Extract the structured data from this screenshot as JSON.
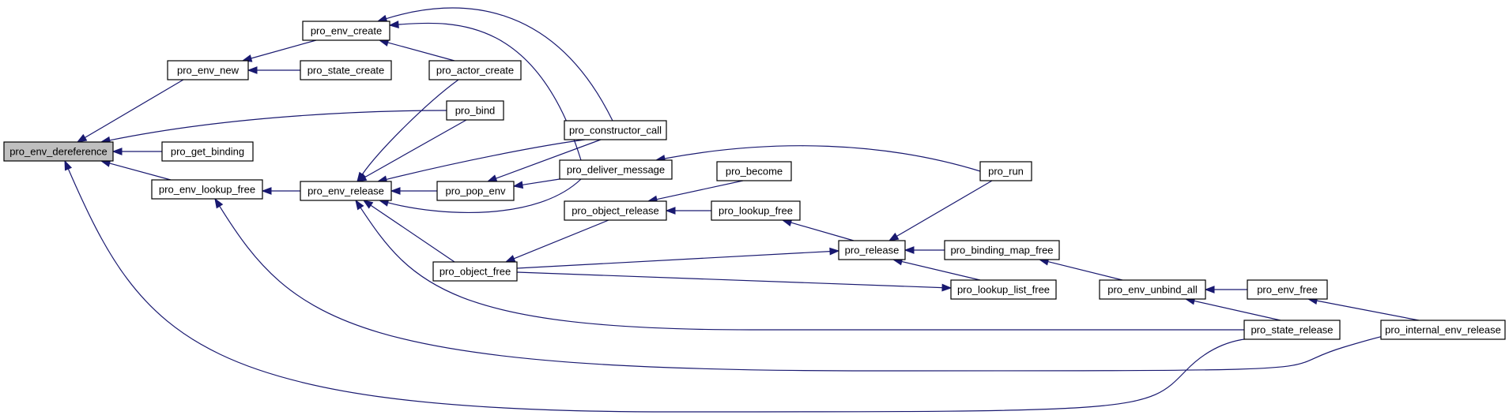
{
  "graph": {
    "nodes": [
      {
        "id": "pro_env_dereference",
        "label": "pro_env_dereference",
        "root": true
      },
      {
        "id": "pro_env_new",
        "label": "pro_env_new"
      },
      {
        "id": "pro_get_binding",
        "label": "pro_get_binding"
      },
      {
        "id": "pro_env_lookup_free",
        "label": "pro_env_lookup_free"
      },
      {
        "id": "pro_env_create",
        "label": "pro_env_create"
      },
      {
        "id": "pro_state_create",
        "label": "pro_state_create"
      },
      {
        "id": "pro_env_release",
        "label": "pro_env_release"
      },
      {
        "id": "pro_actor_create",
        "label": "pro_actor_create"
      },
      {
        "id": "pro_bind",
        "label": "pro_bind"
      },
      {
        "id": "pro_pop_env",
        "label": "pro_pop_env"
      },
      {
        "id": "pro_object_free",
        "label": "pro_object_free"
      },
      {
        "id": "pro_constructor_call",
        "label": "pro_constructor_call"
      },
      {
        "id": "pro_deliver_message",
        "label": "pro_deliver_message"
      },
      {
        "id": "pro_object_release",
        "label": "pro_object_release"
      },
      {
        "id": "pro_become",
        "label": "pro_become"
      },
      {
        "id": "pro_lookup_free",
        "label": "pro_lookup_free"
      },
      {
        "id": "pro_release",
        "label": "pro_release"
      },
      {
        "id": "pro_run",
        "label": "pro_run"
      },
      {
        "id": "pro_binding_map_free",
        "label": "pro_binding_map_free"
      },
      {
        "id": "pro_lookup_list_free",
        "label": "pro_lookup_list_free"
      },
      {
        "id": "pro_env_unbind_all",
        "label": "pro_env_unbind_all"
      },
      {
        "id": "pro_env_free",
        "label": "pro_env_free"
      },
      {
        "id": "pro_state_release",
        "label": "pro_state_release"
      },
      {
        "id": "pro_internal_env_release",
        "label": "pro_internal_env_release"
      }
    ],
    "edges": [
      {
        "from": "pro_env_new",
        "to": "pro_env_dereference"
      },
      {
        "from": "pro_get_binding",
        "to": "pro_env_dereference"
      },
      {
        "from": "pro_env_lookup_free",
        "to": "pro_env_dereference"
      },
      {
        "from": "pro_bind",
        "to": "pro_env_dereference"
      },
      {
        "from": "pro_state_release",
        "to": "pro_env_dereference"
      },
      {
        "from": "pro_env_create",
        "to": "pro_env_new"
      },
      {
        "from": "pro_state_create",
        "to": "pro_env_new"
      },
      {
        "from": "pro_env_release",
        "to": "pro_env_lookup_free"
      },
      {
        "from": "pro_internal_env_release",
        "to": "pro_env_lookup_free"
      },
      {
        "from": "pro_actor_create",
        "to": "pro_env_create"
      },
      {
        "from": "pro_constructor_call",
        "to": "pro_env_create"
      },
      {
        "from": "pro_deliver_message",
        "to": "pro_env_create"
      },
      {
        "from": "pro_actor_create",
        "to": "pro_env_release"
      },
      {
        "from": "pro_bind",
        "to": "pro_env_release"
      },
      {
        "from": "pro_constructor_call",
        "to": "pro_env_release"
      },
      {
        "from": "pro_pop_env",
        "to": "pro_env_release"
      },
      {
        "from": "pro_deliver_message",
        "to": "pro_env_release"
      },
      {
        "from": "pro_object_free",
        "to": "pro_env_release"
      },
      {
        "from": "pro_state_release",
        "to": "pro_env_release"
      },
      {
        "from": "pro_constructor_call",
        "to": "pro_pop_env"
      },
      {
        "from": "pro_deliver_message",
        "to": "pro_pop_env"
      },
      {
        "from": "pro_object_release",
        "to": "pro_object_free"
      },
      {
        "from": "pro_release",
        "to": "pro_object_free"
      },
      {
        "from": "pro_lookup_list_free",
        "to": "pro_object_free"
      },
      {
        "from": "pro_run",
        "to": "pro_deliver_message"
      },
      {
        "from": "pro_become",
        "to": "pro_object_release"
      },
      {
        "from": "pro_lookup_free",
        "to": "pro_object_release"
      },
      {
        "from": "pro_release",
        "to": "pro_lookup_free"
      },
      {
        "from": "pro_run",
        "to": "pro_release"
      },
      {
        "from": "pro_binding_map_free",
        "to": "pro_release"
      },
      {
        "from": "pro_lookup_list_free",
        "to": "pro_release"
      },
      {
        "from": "pro_env_unbind_all",
        "to": "pro_binding_map_free"
      },
      {
        "from": "pro_env_free",
        "to": "pro_env_unbind_all"
      },
      {
        "from": "pro_state_release",
        "to": "pro_env_unbind_all"
      },
      {
        "from": "pro_internal_env_release",
        "to": "pro_env_free"
      }
    ],
    "colors": {
      "edge": "#191970",
      "node_border": "#000000",
      "node_fill": "#ffffff",
      "root_fill": "#bfbfbf"
    }
  }
}
